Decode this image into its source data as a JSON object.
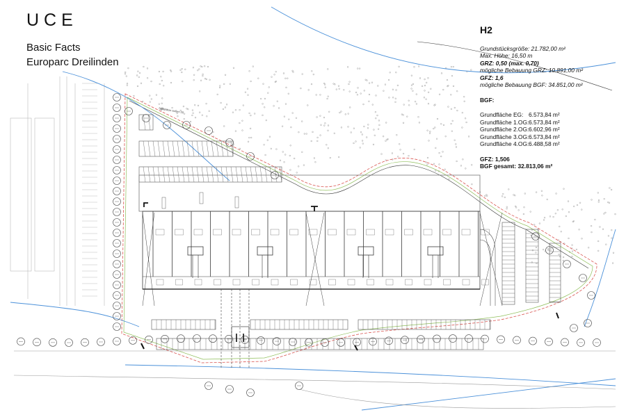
{
  "header": {
    "logo": "UCE",
    "line1": "Basic Facts",
    "line2": "Europarc Dreilinden"
  },
  "facts": {
    "heading": "H2",
    "grundstuecksgroesse": "Grundstücksgröße: 21.782,00 m²",
    "max_hoehe": "Max. Höhe: 16,50 m",
    "grz": "GRZ: 0,50 (max. 0,70)",
    "bebauung_grz": "mögliche Bebauung GRZ: 10.891,00 m²",
    "gfz_planned": "GFZ: 1,6",
    "bebauung_bgf": "mögliche Bebauung BGF: 34.851,00 m²",
    "bgf_heading": "BGF:",
    "floors": [
      {
        "label": "Grundfläche EG:",
        "value": "6.573,84 m²"
      },
      {
        "label": "Grundfläche 1.OG:",
        "value": "6.573,84 m²"
      },
      {
        "label": "Grundfläche 2.OG:",
        "value": "6.602,96 m²"
      },
      {
        "label": "Grundfläche 3.OG:",
        "value": "6.573,84 m²"
      },
      {
        "label": "Grundfläche 4.OG:",
        "value": "6.488,58 m²"
      }
    ],
    "gfz_result": "GFZ: 1,506",
    "bgf_total_label": "BGF gesamt:",
    "bgf_total_value": "32.813,06 m²"
  },
  "plan": {
    "annotation": "Stellplätze außen 20",
    "colors": {
      "water": "#4a90d9",
      "boundary_red": "#d9534f",
      "boundary_green": "#8fbf5a",
      "building": "#3a3a3a",
      "line": "#555555",
      "light": "#bbbbbb"
    }
  }
}
